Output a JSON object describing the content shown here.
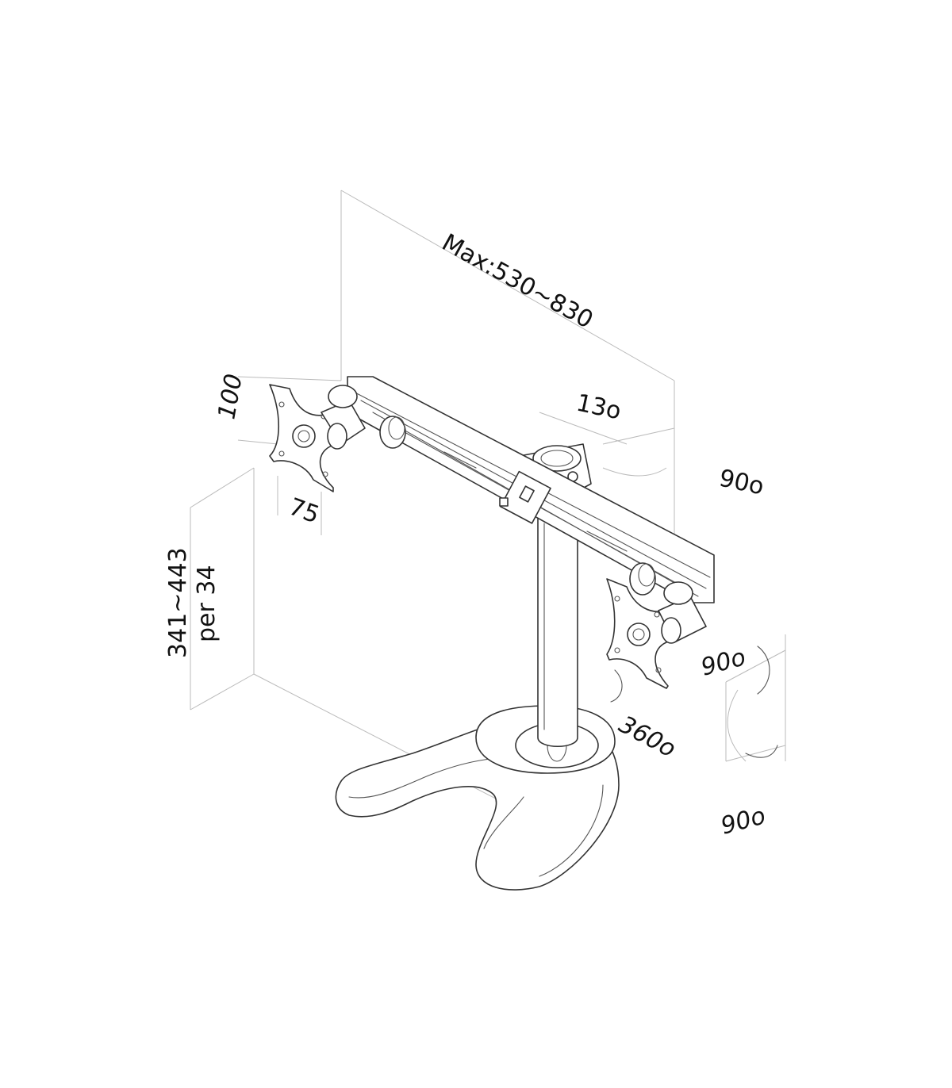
{
  "dimensions": {
    "max_span": "Max:530~830",
    "tilt": "13o",
    "swivel_top": "90o",
    "vesa_100": "100",
    "vesa_75": "75",
    "height_range": "341~443",
    "height_step": "per 34",
    "rotate_right": "90o",
    "pole_rotation": "360o",
    "bottom_rotation": "90o"
  },
  "colors": {
    "line": "#333333",
    "dimension_line": "#bbbbbb",
    "background": "#ffffff"
  }
}
